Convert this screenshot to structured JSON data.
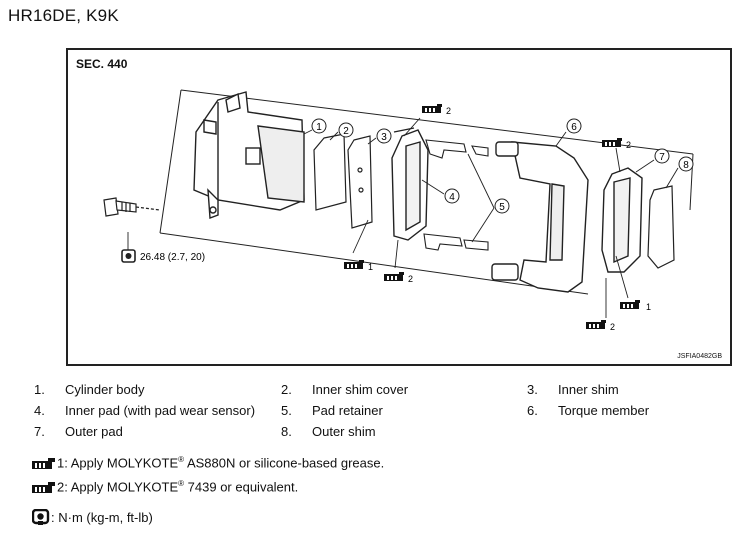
{
  "header": {
    "title": "HR16DE, K9K"
  },
  "figure": {
    "section_label": "SEC. 440",
    "figure_code": "JSFIA0482GB",
    "torque_label": "26.48 (2.7, 20)",
    "callouts": [
      "1",
      "2",
      "3",
      "4",
      "5",
      "6",
      "7",
      "8"
    ],
    "grease_marks": [
      "2",
      "1",
      "2",
      "2",
      "2",
      "1"
    ]
  },
  "legend": {
    "items": [
      {
        "num": "1.",
        "text": "Cylinder body"
      },
      {
        "num": "2.",
        "text": "Inner shim cover"
      },
      {
        "num": "3.",
        "text": "Inner shim"
      },
      {
        "num": "4.",
        "text": "Inner pad (with pad wear sensor)"
      },
      {
        "num": "5.",
        "text": "Pad retainer"
      },
      {
        "num": "6.",
        "text": "Torque member"
      },
      {
        "num": "7.",
        "text": "Outer pad"
      },
      {
        "num": "8.",
        "text": "Outer shim"
      }
    ]
  },
  "notes": {
    "grease1_prefix": "1: Apply MOLYKOTE",
    "grease1_sup": "®",
    "grease1_suffix": " AS880N or silicone-based grease.",
    "grease2_prefix": "2: Apply MOLYKOTE",
    "grease2_sup": "®",
    "grease2_suffix": " 7439 or equivalent.",
    "torque_unit": ": N·m (kg-m, ft-lb)"
  },
  "icons": {
    "grease": "grease-gun-icon",
    "torque": "torque-wrench-icon"
  }
}
